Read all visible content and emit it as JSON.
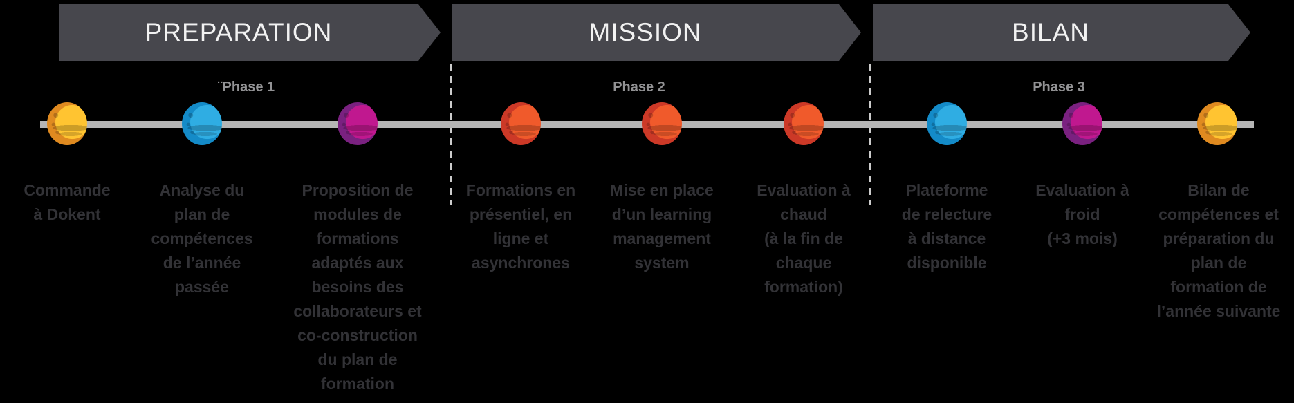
{
  "banners": [
    {
      "label": "PREPARATION",
      "phase_label": "¨Phase 1"
    },
    {
      "label": "MISSION",
      "phase_label": "Phase 2"
    },
    {
      "label": "BILAN",
      "phase_label": "Phase 3"
    }
  ],
  "steps": [
    {
      "planet": "yellow-planet-icon",
      "text": "Commande\nà Dokent"
    },
    {
      "planet": "blue-planet-icon",
      "text": "Analyse du\nplan de\ncompétences\nde l’année\npassée"
    },
    {
      "planet": "purple-planet-icon",
      "text": "Proposition de\nmodules de\nformations\nadaptés aux\nbesoins des\ncollaborateurs et\nco-construction\ndu plan de\nformation"
    },
    {
      "planet": "red-planet-icon",
      "text": "Formations en\nprésentiel, en\nligne et\nasynchrones"
    },
    {
      "planet": "red-planet-icon",
      "text": "Mise en place\nd’un learning\nmanagement\nsystem"
    },
    {
      "planet": "red-planet-icon",
      "text": "Evaluation à\nchaud\n(à la fin de\nchaque\nformation)"
    },
    {
      "planet": "blue-planet-icon",
      "text": "Plateforme\nde relecture\nà distance\ndisponible"
    },
    {
      "planet": "purple-planet-icon",
      "text": "Evaluation à\nfroid\n(+3 mois)"
    },
    {
      "planet": "yellow-planet-icon",
      "text": "Bilan de\ncompétences et\npréparation du\nplan de\nformation de\nl’année suivante"
    }
  ],
  "palette": {
    "background": "#000000",
    "banner_bg": "#47474d",
    "banner_text": "#f2f2f2",
    "phase_text": "#929294",
    "step_text": "#323236",
    "timeline": "#b5b5b5",
    "divider": "#cccccc",
    "planet_yellow_light": "#ffc431",
    "planet_yellow_dark": "#df8a20",
    "planet_blue_light": "#2fade3",
    "planet_blue_dark": "#148bc8",
    "planet_purple_light": "#c0188f",
    "planet_purple_dark": "#7a2180",
    "planet_red_light": "#f05a2b",
    "planet_red_dark": "#cc3927"
  }
}
